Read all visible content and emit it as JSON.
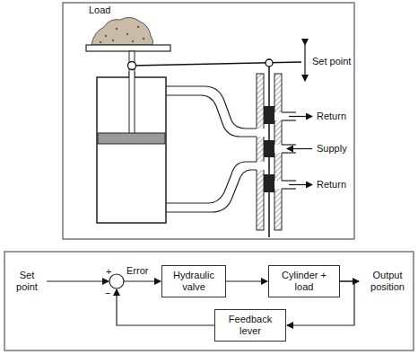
{
  "diagram": {
    "nodes": [
      {
        "text": [
          "Hydraulic valve"
        ]
      },
      {
        "text": [
          "Cylinder + load"
        ]
      },
      {
        "text": [
          "Feedback lever"
        ]
      }
    ],
    "edges": [
      {
        "from": 0,
        "to": 1,
        "arrow": "to"
      },
      {
        "from": 1,
        "to": 2,
        "arrow": "to"
      }
    ],
    "labels": [
      "Load",
      "Set point",
      "Return",
      "Supply",
      "Return",
      "Set point",
      "Error",
      "+",
      "−",
      "Output position"
    ]
  }
}
